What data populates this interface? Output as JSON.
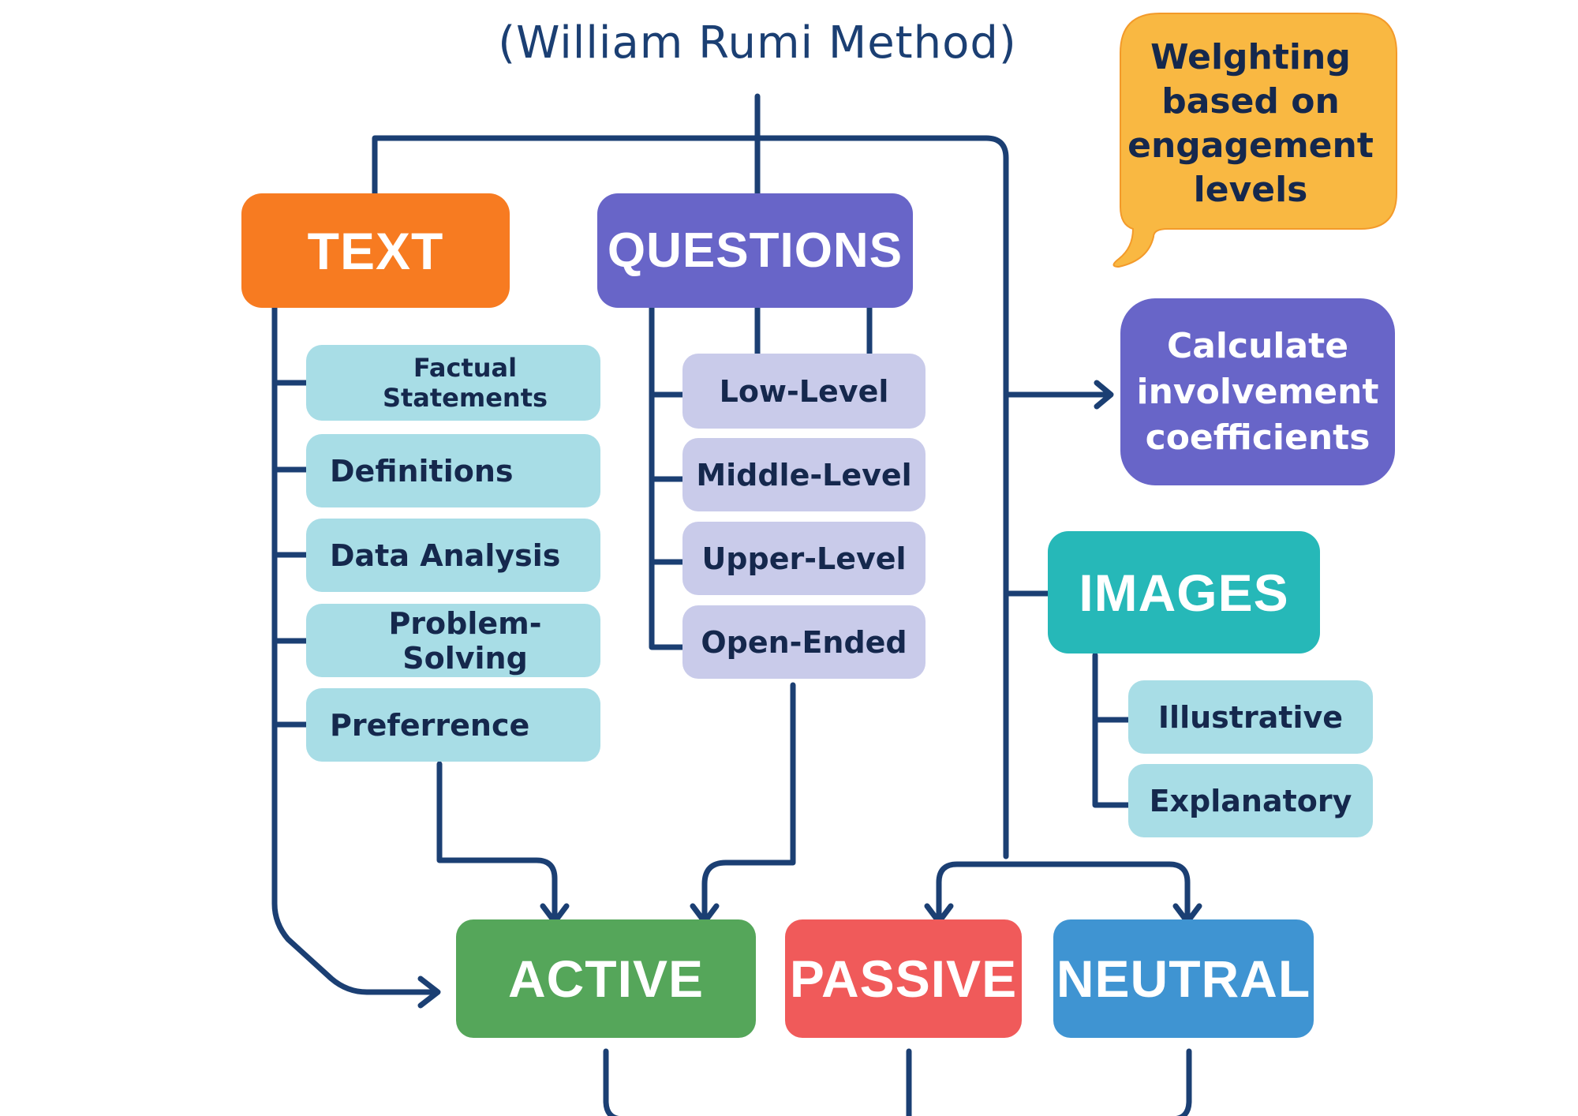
{
  "title": "(William Rumi Method)",
  "colors": {
    "line": "#1b3f73",
    "text_category": "#f77b21",
    "questions_category": "#6865c8",
    "images_category": "#26b8b8",
    "sub_teal": "#a8dde6",
    "sub_lavender": "#c9cbea",
    "active": "#55a65a",
    "passive": "#f05a5a",
    "neutral": "#3f94d2",
    "bubble": "#f9b842",
    "calc": "#6865c8"
  },
  "categories": {
    "text": {
      "label": "TEXT",
      "items": [
        "Factual Statements",
        "Definitions",
        "Data Analysis",
        "Problem-Solving",
        "Preferrence"
      ]
    },
    "questions": {
      "label": "QUESTIONS",
      "items": [
        "Low-Level",
        "Middle-Level",
        "Upper-Level",
        "Open-Ended"
      ]
    },
    "images": {
      "label": "IMAGES",
      "items": [
        "Illustrative",
        "Explanatory"
      ]
    }
  },
  "outcomes": [
    "ACTIVE",
    "PASSIVE",
    "NEUTRAL"
  ],
  "callouts": {
    "weighting": [
      "Welghting",
      "based on",
      "engagement",
      "levels"
    ],
    "calculate": [
      "Calculate",
      "involvement",
      "coefficients"
    ]
  }
}
